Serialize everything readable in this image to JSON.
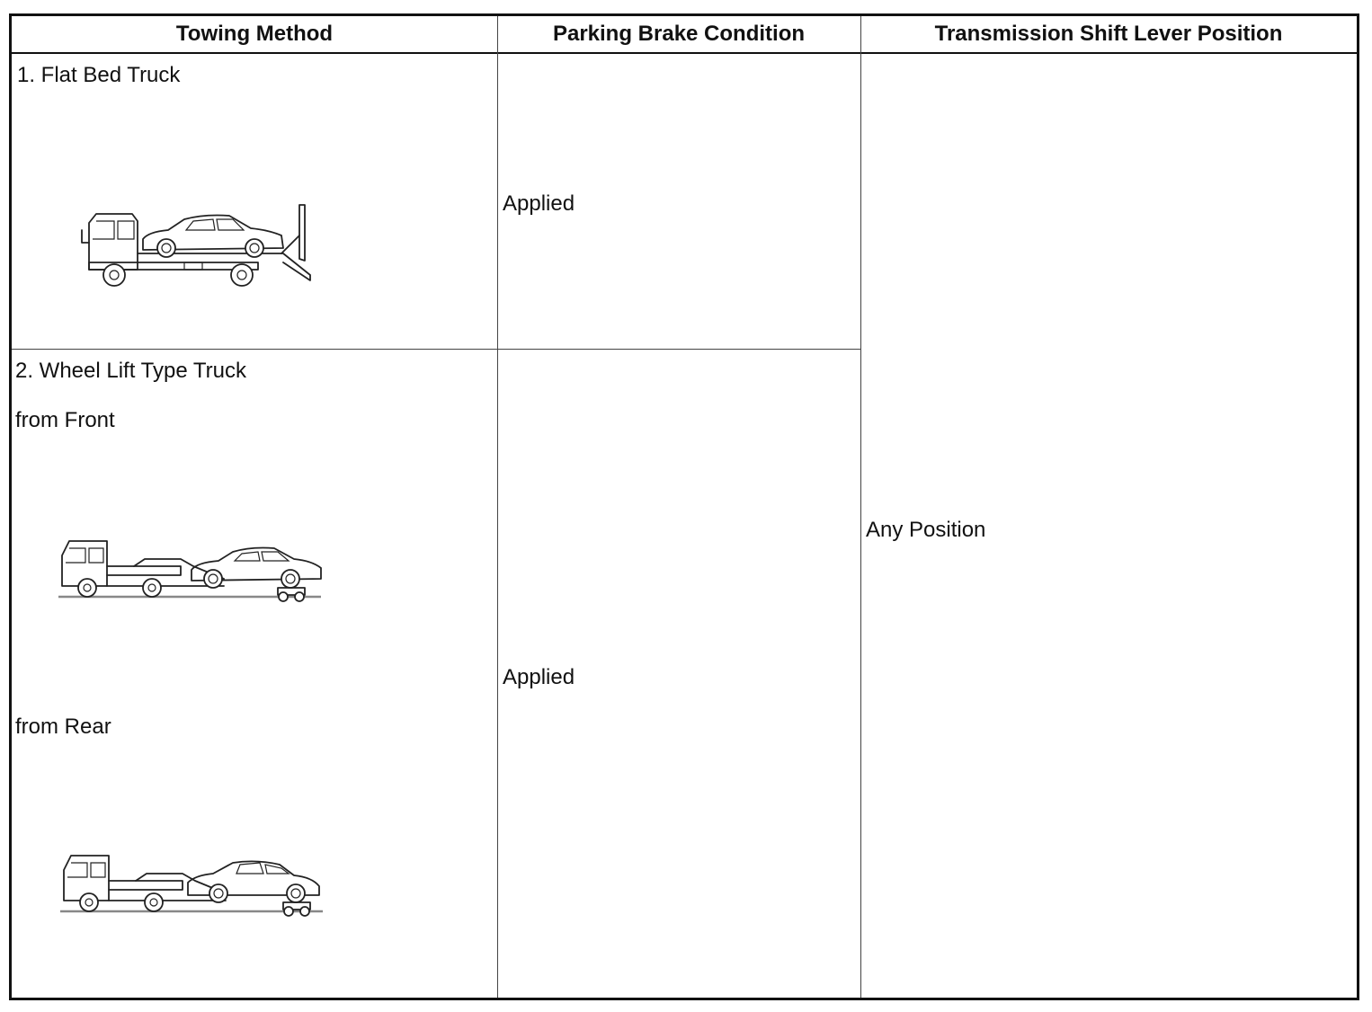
{
  "table": {
    "headers": {
      "method": "Towing Method",
      "brake": "Parking Brake Condition",
      "shift": "Transmission Shift Lever Position"
    },
    "rows": [
      {
        "method_title": "1. Flat Bed Truck",
        "brake": "Applied",
        "illustration": "flat-bed-truck-icon"
      },
      {
        "method_title": "2. Wheel Lift Type Truck",
        "sub_front": "from Front",
        "sub_rear": "from Rear",
        "brake": "Applied",
        "illustrations": [
          "wheel-lift-front-icon",
          "wheel-lift-rear-icon"
        ]
      }
    ],
    "shift": "Any Position"
  }
}
